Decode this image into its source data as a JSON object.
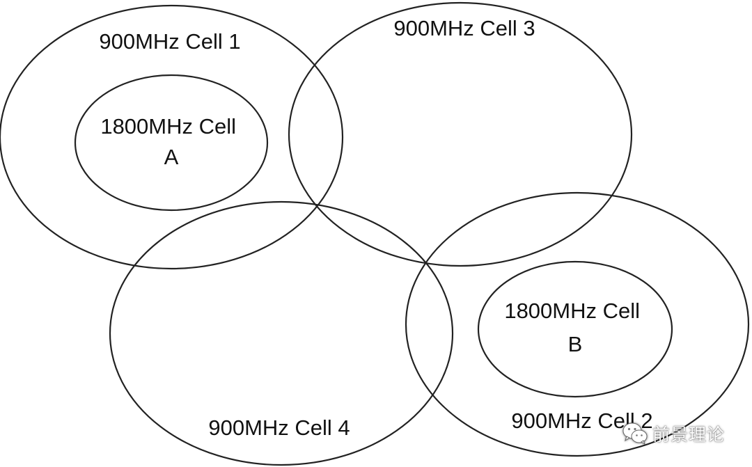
{
  "cells": [
    {
      "id": "cell-900-1",
      "label_lines": [
        "900MHz Cell 1"
      ]
    },
    {
      "id": "cell-1800-a",
      "label_lines": [
        "1800MHz Cell",
        "A"
      ]
    },
    {
      "id": "cell-900-3",
      "label_lines": [
        "900MHz Cell 3"
      ]
    },
    {
      "id": "cell-900-4",
      "label_lines": [
        "900MHz Cell 4"
      ]
    },
    {
      "id": "cell-900-2",
      "label_lines": [
        "900MHz Cell 2"
      ]
    },
    {
      "id": "cell-1800-b",
      "label_lines": [
        "1800MHz Cell",
        "B"
      ]
    }
  ],
  "watermark": {
    "icon": "wechat-icon",
    "text": "前景理论"
  }
}
